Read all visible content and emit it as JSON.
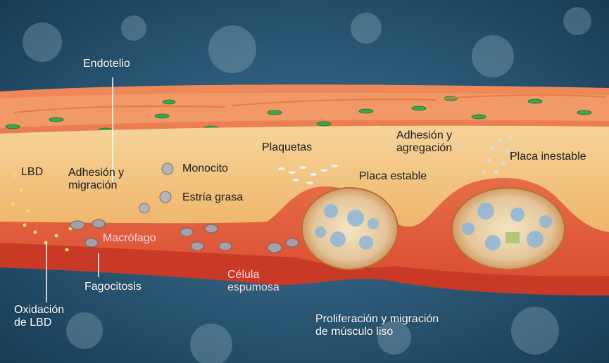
{
  "labels": {
    "endotelio": "Endotelio",
    "lbd": "LBD",
    "adhesion_migracion": "Adhesión y\nmigración",
    "monocito": "Monocito",
    "estria_grasa": "Estría grasa",
    "plaquetas": "Plaquetas",
    "adhesion_agregacion": "Adhesión y\nagregación",
    "placa_estable": "Placa estable",
    "placa_inestable": "Placa inestable",
    "macrofago": "Macrófago",
    "fagocitosis": "Fagocitosis",
    "oxidacion_lbd": "Oxidación\nde LBD",
    "celula_espumosa": "Célula\nespumosa",
    "proliferacion": "Proliferación y migración\nde músculo liso"
  },
  "colors": {
    "background": "#1f4a66",
    "vessel_wall": "#e8613f",
    "lumen": "#f3c47e",
    "muscle_band": "#d9442d",
    "endothelial_cell": "#3aa84a",
    "plaque_core": "#8fb6d9",
    "lipid": "#f0e060"
  }
}
